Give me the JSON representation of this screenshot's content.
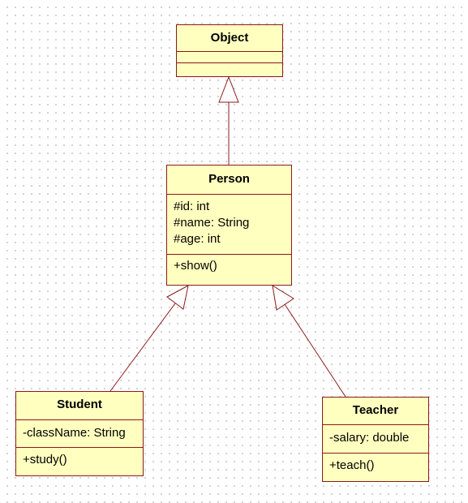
{
  "diagram": {
    "classes": {
      "object": {
        "name": "Object",
        "attributes": [],
        "methods": []
      },
      "person": {
        "name": "Person",
        "attributes": [
          "#id: int",
          "#name: String",
          "#age: int"
        ],
        "methods": [
          "+show()"
        ]
      },
      "student": {
        "name": "Student",
        "attributes": [
          "-className: String"
        ],
        "methods": [
          "+study()"
        ]
      },
      "teacher": {
        "name": "Teacher",
        "attributes": [
          "-salary: double"
        ],
        "methods": [
          "+teach()"
        ]
      }
    },
    "relations": [
      {
        "type": "generalization",
        "from": "Person",
        "to": "Object"
      },
      {
        "type": "generalization",
        "from": "Student",
        "to": "Person"
      },
      {
        "type": "generalization",
        "from": "Teacher",
        "to": "Person"
      }
    ],
    "colors": {
      "border": "#8b1a1a",
      "fill": "#ffffc0",
      "background": "#ffffff",
      "grid_dots": "#c4c4c4"
    }
  }
}
